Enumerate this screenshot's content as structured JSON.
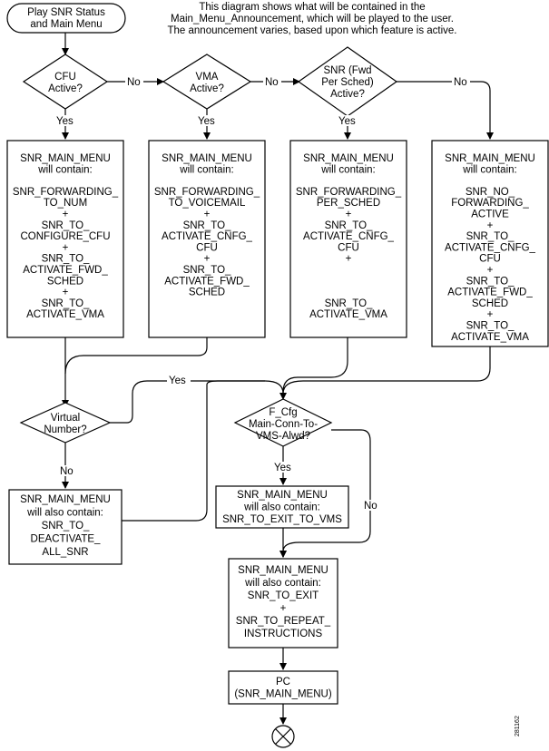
{
  "header": {
    "lines": [
      "This diagram shows what will be contained in the",
      "Main_Menu_Announcement, which will be played to the user.",
      "The announcement varies, based upon which feature is active."
    ]
  },
  "nodes": {
    "start": {
      "lines": [
        "Play SNR Status",
        "and Main Menu"
      ]
    },
    "cfu_decision": {
      "lines": [
        "CFU",
        "Active?"
      ]
    },
    "vma_decision": {
      "lines": [
        "VMA",
        "Active?"
      ]
    },
    "snr_decision": {
      "lines": [
        "SNR (Fwd",
        "Per Sched)",
        "Active?"
      ]
    },
    "box_cfu": {
      "lines": [
        "SNR_MAIN_MENU",
        "will contain:",
        "",
        "SNR_FORWARDING_",
        "TO_NUM",
        "+",
        "SNR_TO_",
        "CONFIGURE_CFU",
        "+",
        "SNR_TO_",
        "ACTIVATE_FWD_",
        "SCHED",
        "+",
        "SNR_TO_",
        "ACTIVATE_VMA"
      ]
    },
    "box_vma": {
      "lines": [
        "SNR_MAIN_MENU",
        "will contain:",
        "",
        "SNR_FORWARDING_",
        "TO_VOICEMAIL",
        "+",
        "SNR_TO_",
        "ACTIVATE_CNFG_",
        "CFU",
        "+",
        "SNR_TO_",
        "ACTIVATE_FWD_",
        "SCHED"
      ]
    },
    "box_snr": {
      "lines": [
        "SNR_MAIN_MENU",
        "will contain:",
        "",
        "SNR_FORWARDING_",
        "PER_SCHED",
        "+",
        "SNR_TO_",
        "ACTIVATE_CNFG_",
        "CFU",
        "+",
        "",
        "",
        "",
        "SNR_TO_",
        "ACTIVATE_VMA"
      ]
    },
    "box_none": {
      "lines": [
        "SNR_MAIN_MENU",
        "will contain:",
        "",
        "SNR_NO_",
        "FORWARDING_",
        "ACTIVE",
        "+",
        "SNR_TO_",
        "ACTIVATE_CNFG_",
        "CFU",
        "+",
        "SNR_TO_",
        "ACTIVATE_FWD_",
        "SCHED",
        "+",
        "SNR_TO_",
        "ACTIVATE_VMA"
      ]
    },
    "virtual_decision": {
      "lines": [
        "Virtual",
        "Number?"
      ]
    },
    "fcfg_decision": {
      "lines": [
        "F_Cfg",
        "Main-Conn-To-",
        "VMS-Alwd?"
      ]
    },
    "box_deactivate": {
      "lines": [
        "SNR_MAIN_MENU",
        "will also contain:",
        "SNR_TO_",
        "DEACTIVATE_",
        "ALL_SNR"
      ]
    },
    "box_exit_vms": {
      "lines": [
        "SNR_MAIN_MENU",
        "will also contain:",
        "SNR_TO_EXIT_TO_VMS"
      ]
    },
    "box_exit": {
      "lines": [
        "SNR_MAIN_MENU",
        "will also contain:",
        "SNR_TO_EXIT",
        "+",
        "SNR_TO_REPEAT_",
        "INSTRUCTIONS"
      ]
    },
    "box_pc": {
      "lines": [
        "PC",
        "(SNR_MAIN_MENU)"
      ]
    }
  },
  "edge_labels": {
    "cfu_no": "No",
    "vma_no": "No",
    "snr_no": "No",
    "cfu_yes": "Yes",
    "vma_yes": "Yes",
    "snr_yes": "Yes",
    "virtual_yes": "Yes",
    "virtual_no": "No",
    "fcfg_yes": "Yes",
    "fcfg_no": "No"
  },
  "figure_id": "281162",
  "end_symbol": "end-terminator-icon"
}
